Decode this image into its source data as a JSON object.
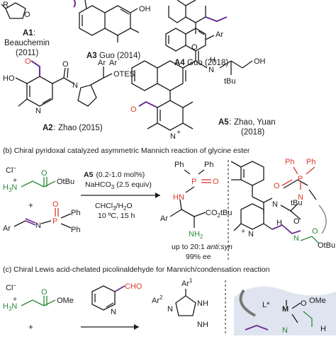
{
  "catalysts": {
    "a1": {
      "id": "A1",
      "ref": "Beauchemin",
      "year": "(2011)"
    },
    "a2": {
      "id": "A2",
      "ref": "Zhao (2015)"
    },
    "a3": {
      "id": "A3",
      "ref": "Guo (2014)"
    },
    "a4": {
      "id": "A4",
      "ref": "Guo (2018)"
    },
    "a5": {
      "id": "A5",
      "ref": "Zhao, Yuan",
      "year": "(2018)"
    }
  },
  "section_b": {
    "header": "(b) Chiral pyridoxal catalyzed asymmetric Mannich reaction of glycine ester",
    "catalyst_id": "A5",
    "loading": "(0.2-1.0 mol%)",
    "base": "NaHCO",
    "base_sub": "3",
    "base_equiv": "(2.5 equiv)",
    "solvent": "CHCl",
    "solvent_sub": "3",
    "solvent_rest": "/H",
    "solvent_sub2": "2",
    "solvent_end": "O",
    "conditions": "10 ºC, 15 h",
    "dr": "up to 20:1",
    "dr_italic": "anti:syn",
    "ee": "99% ee"
  },
  "section_c": {
    "header": "(c) Chiral Lewis acid-chelated picolinaldehyde for Mannich/condensation reaction"
  },
  "atoms": {
    "ho": "HO",
    "oh": "OH",
    "o": "O",
    "n": "N",
    "nh": "NH",
    "h": "H",
    "ar": "Ar",
    "ar1": "Ar",
    "ar1_sup": "1",
    "ar2": "Ar",
    "ar2_sup": "2",
    "otes": "OTES",
    "tbu": "tBu",
    "ph": "Ph",
    "p": "P",
    "cl": "Cl",
    "cl_sup": "−",
    "h3n": "H",
    "h3n_sub": "3",
    "h3n_n": "N",
    "otbu": "OtBu",
    "ome": "OMe",
    "co2tbu": "CO",
    "co2tbu_sub": "2",
    "co2tbu_rest": "tBu",
    "nh2": "NH",
    "nh2_sub": "2",
    "cho": "CHO",
    "m": "M",
    "lstar": "L*",
    "plus": "+"
  }
}
